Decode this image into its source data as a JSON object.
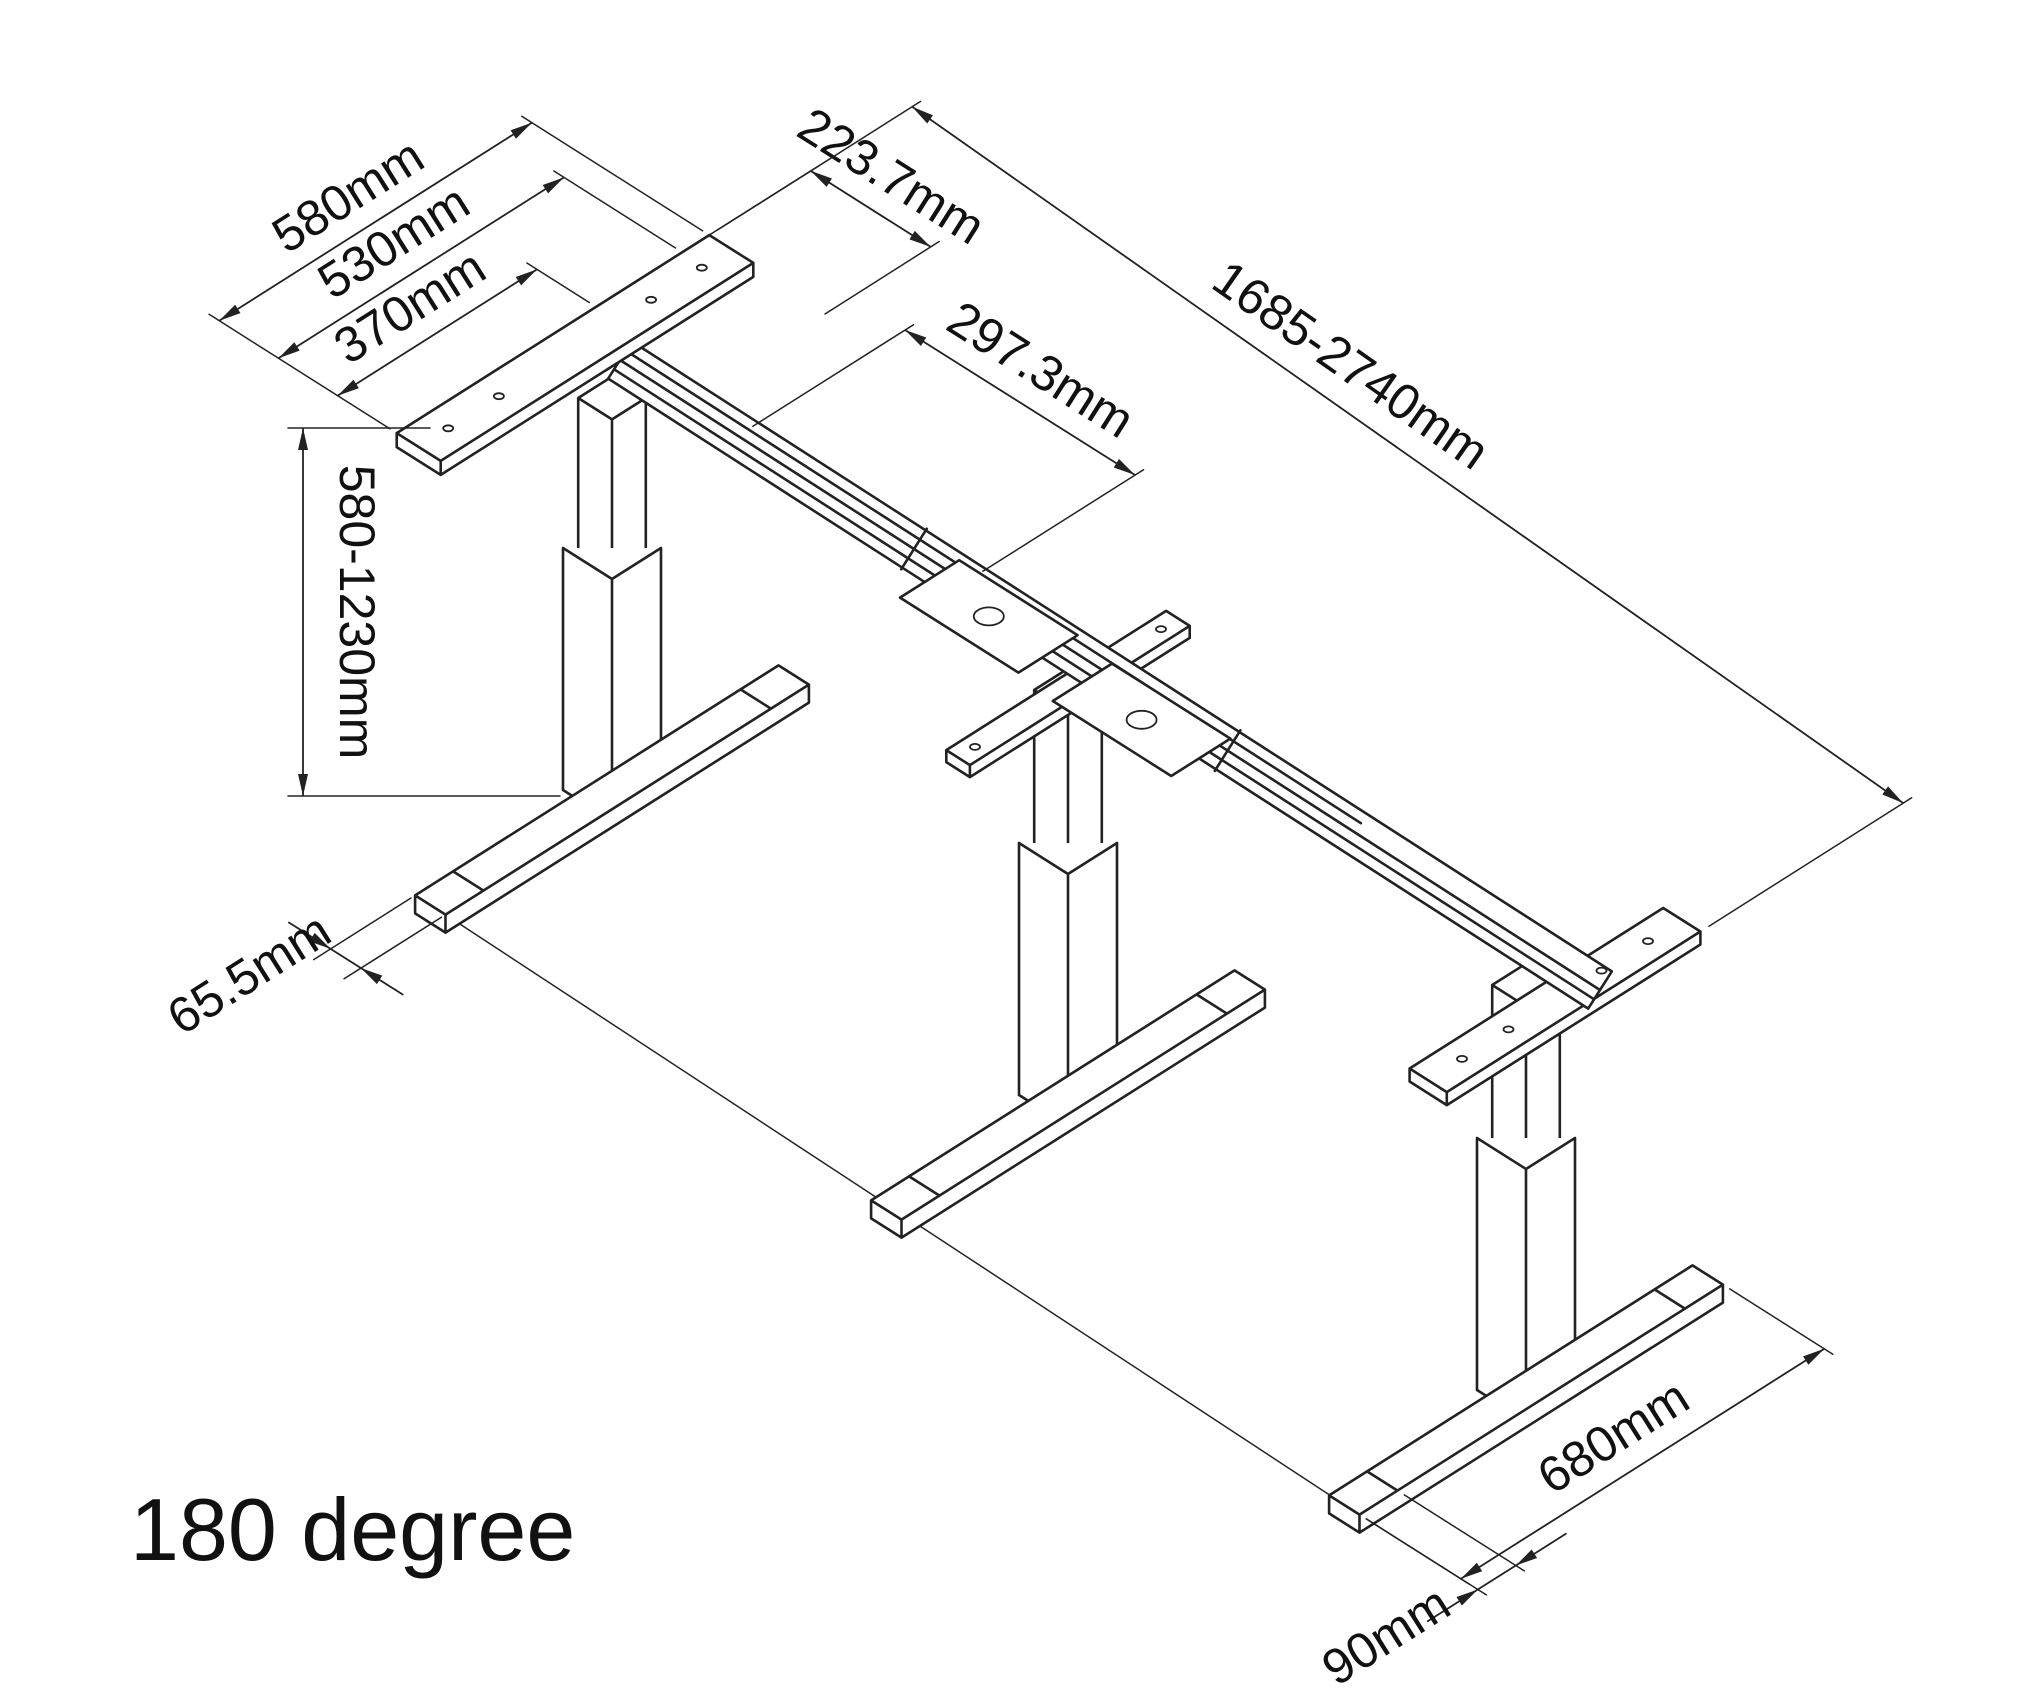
{
  "caption": "180 degree",
  "colors": {
    "line": "#222222",
    "background": "#ffffff"
  },
  "dimensions": {
    "d580": "580mm",
    "d530": "530mm",
    "d370": "370mm",
    "d223_7": "223.7mm",
    "length_range": "1685-2740mm",
    "d297_3": "297.3mm",
    "height_range": "580-1230mm",
    "d65_5": "65.5mm",
    "d680": "680mm",
    "d90": "90mm"
  }
}
